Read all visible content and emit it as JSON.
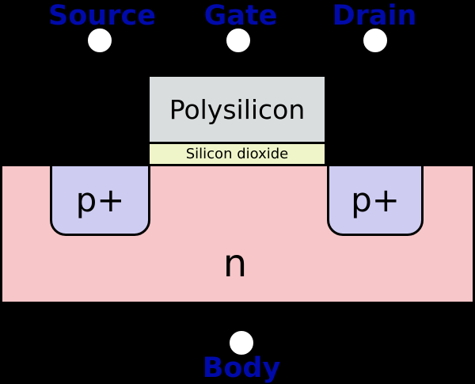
{
  "diagram": {
    "name": "MOSFET cross-section",
    "background_color": "#000000",
    "outline_color": "#000000",
    "terminal_label_color": "#0009A9",
    "terminal_fill_color": "#FFFFFF",
    "terminals": {
      "source": {
        "label": "Source"
      },
      "gate": {
        "label": "Gate"
      },
      "drain": {
        "label": "Drain"
      },
      "body": {
        "label": "Body"
      }
    },
    "regions": {
      "polysilicon": {
        "label": "Polysilicon",
        "fill": "#D9DDDD"
      },
      "oxide": {
        "label": "Silicon dioxide",
        "fill": "#EFF5C8"
      },
      "p_plus_left": {
        "label": "p+",
        "fill": "#CFCCF1"
      },
      "p_plus_right": {
        "label": "p+",
        "fill": "#CFCCF1"
      },
      "substrate": {
        "label": "n",
        "fill": "#F6C6C9"
      }
    }
  }
}
